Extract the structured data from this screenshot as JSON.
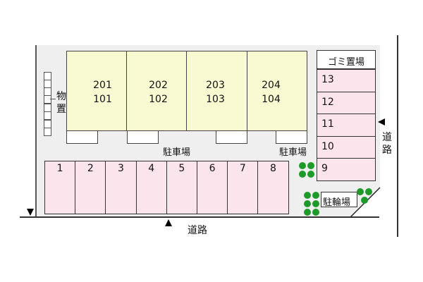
{
  "building": {
    "units": [
      {
        "upper": "201",
        "lower": "101"
      },
      {
        "upper": "202",
        "lower": "102"
      },
      {
        "upper": "203",
        "lower": "103"
      },
      {
        "upper": "204",
        "lower": "104"
      }
    ]
  },
  "labels": {
    "storage": "物置",
    "parking_center": "駐車場",
    "parking_right": "駐車場",
    "garbage": "ゴミ置場",
    "bike": "駐輪場",
    "road_bottom": "道路",
    "road_right": "道路"
  },
  "parking_bottom": [
    "1",
    "2",
    "3",
    "4",
    "5",
    "6",
    "7",
    "8"
  ],
  "parking_right": [
    "13",
    "12",
    "11",
    "10",
    "9"
  ],
  "colors": {
    "building": "#fafad2",
    "parking": "#fce4ec",
    "lot": "#efefef",
    "tree": "#1e9a2a"
  }
}
